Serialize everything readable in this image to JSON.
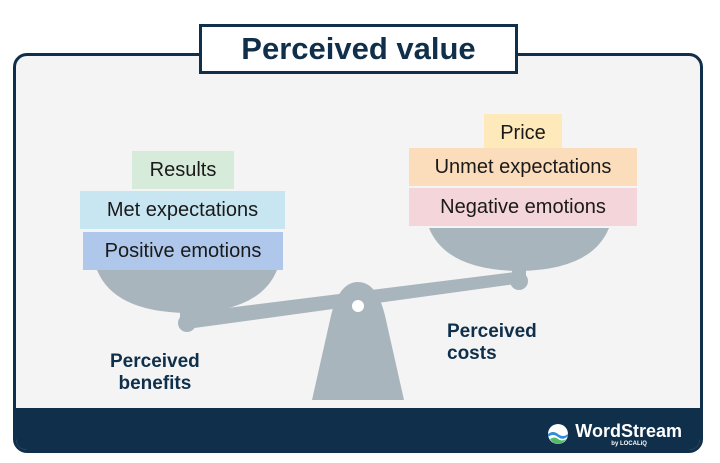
{
  "title": "Perceived value",
  "benefits": {
    "caption_line1": "Perceived",
    "caption_line2": "benefits",
    "items": [
      "Results",
      "Met expectations",
      "Positive emotions"
    ]
  },
  "costs": {
    "caption_line1": "Perceived",
    "caption_line2": "costs",
    "items": [
      "Price",
      "Unmet expectations",
      "Negative emotions"
    ]
  },
  "brand": {
    "name": "WordStream",
    "sub": "by LOCALiQ"
  },
  "colors": {
    "navy": "#0f2f4a",
    "scale_gray": "#a9b5bd",
    "results": "#d6ebd9",
    "met_expectations": "#c7e6f1",
    "positive_emotions": "#aec7ea",
    "price": "#fde9b9",
    "unmet_expectations": "#fbdcbb",
    "negative_emotions": "#f4d5d9"
  }
}
